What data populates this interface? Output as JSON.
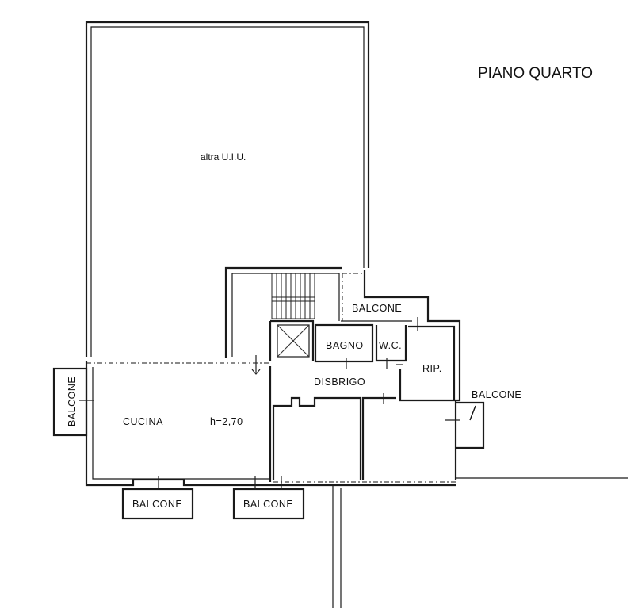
{
  "title": "PIANO QUARTO",
  "rooms": {
    "other_unit": "altra U.I.U.",
    "kitchen": "CUCINA",
    "height": "h=2,70",
    "bathroom": "BAGNO",
    "wc": "W.C.",
    "hallway": "DISBRIGO",
    "storage": "RIP.",
    "balcony_top": "BALCONE",
    "balcony_left": "BALCONE",
    "balcony_right": "BALCONE",
    "balcony_bottom_1": "BALCONE",
    "balcony_bottom_2": "BALCONE"
  }
}
